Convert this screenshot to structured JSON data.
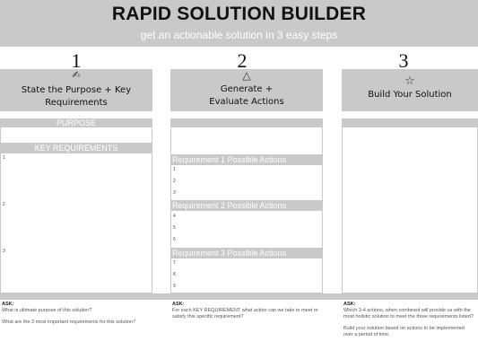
{
  "header": {
    "title": "RAPID SOLUTION BUILDER",
    "subtitle": "get an actionable solution in 3 easy steps"
  },
  "steps": [
    {
      "number": "1",
      "icon_name": "pencil-icon",
      "icon_glyph": "✍",
      "label_line1": "State the Purpose + Key",
      "label_line2": "Requirements"
    },
    {
      "number": "2",
      "icon_name": "triangle-icon",
      "icon_glyph": "△",
      "label_line1": "Generate +",
      "label_line2": "Evaluate Actions"
    },
    {
      "number": "3",
      "icon_name": "star-icon",
      "icon_glyph": "☆",
      "label_line1": "Build Your Solution",
      "label_line2": ""
    }
  ],
  "col1": {
    "purpose_label": "PURPOSE",
    "key_requirements_label": "KEY REQUIREMENTS",
    "requirement_numbers": [
      "1",
      "2",
      "3"
    ]
  },
  "col2": {
    "sections": [
      {
        "label": "Requirement 1 Possible Actions",
        "numbers": [
          "1",
          "2",
          "3"
        ]
      },
      {
        "label": "Requirement 2 Possible Actions",
        "numbers": [
          "4",
          "5",
          "6"
        ]
      },
      {
        "label": "Requirement 3 Possible Actions",
        "numbers": [
          "7",
          "8",
          "9"
        ]
      }
    ]
  },
  "asks": [
    {
      "heading": "ASK:",
      "lines": [
        "What is ultimate purpose of this solution?",
        "What are the 3 most important requirements for this solution?"
      ]
    },
    {
      "heading": "ASK:",
      "lines": [
        "For each KEY REQUIREMENT what action can we take to meet or satisfy this specific requirement?"
      ]
    },
    {
      "heading": "ASK:",
      "lines": [
        "Which 3-4 actions, when combined will provide us with the most holistic solution to meet the three requirements listed?",
        "Build your solution based on actions to be implemented over a period of time."
      ]
    }
  ],
  "colors": {
    "gray": "#c9c9c9",
    "white": "#ffffff"
  }
}
